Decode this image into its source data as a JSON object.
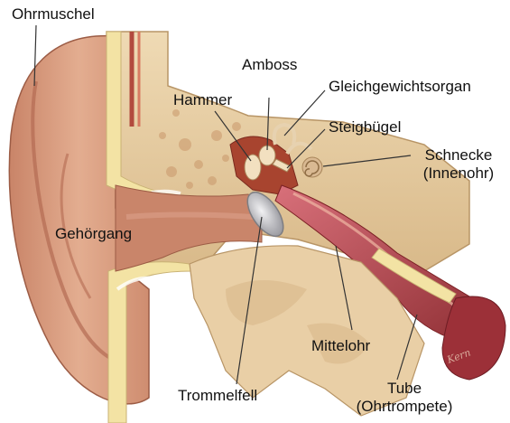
{
  "labels": {
    "ohrmuschel": "Ohrmuschel",
    "amboss": "Amboss",
    "gleichgewichtsorgan": "Gleichgewichtsorgan",
    "hammer": "Hammer",
    "steigbuegel": "Steigbügel",
    "schnecke_line1": "Schnecke",
    "schnecke_line2": "(Innenohr)",
    "gehoergang": "Gehörgang",
    "mittelohr": "Mittelohr",
    "tube_line1": "Tube",
    "tube_line2": "(Ohrtrompete)",
    "trommelfell": "Trommelfell"
  },
  "watermark": "Kern",
  "colors": {
    "skin": "#d99a7c",
    "skin_dark": "#b8705a",
    "bone": "#e8cfa4",
    "bone_dark": "#c9a877",
    "cartilage": "#f3e3a4",
    "canal": "#c97f63",
    "middle_ear": "#9c3b2a",
    "tube": "#b9454a",
    "drum": "#c9c9cc",
    "leader_line": "#333333"
  }
}
